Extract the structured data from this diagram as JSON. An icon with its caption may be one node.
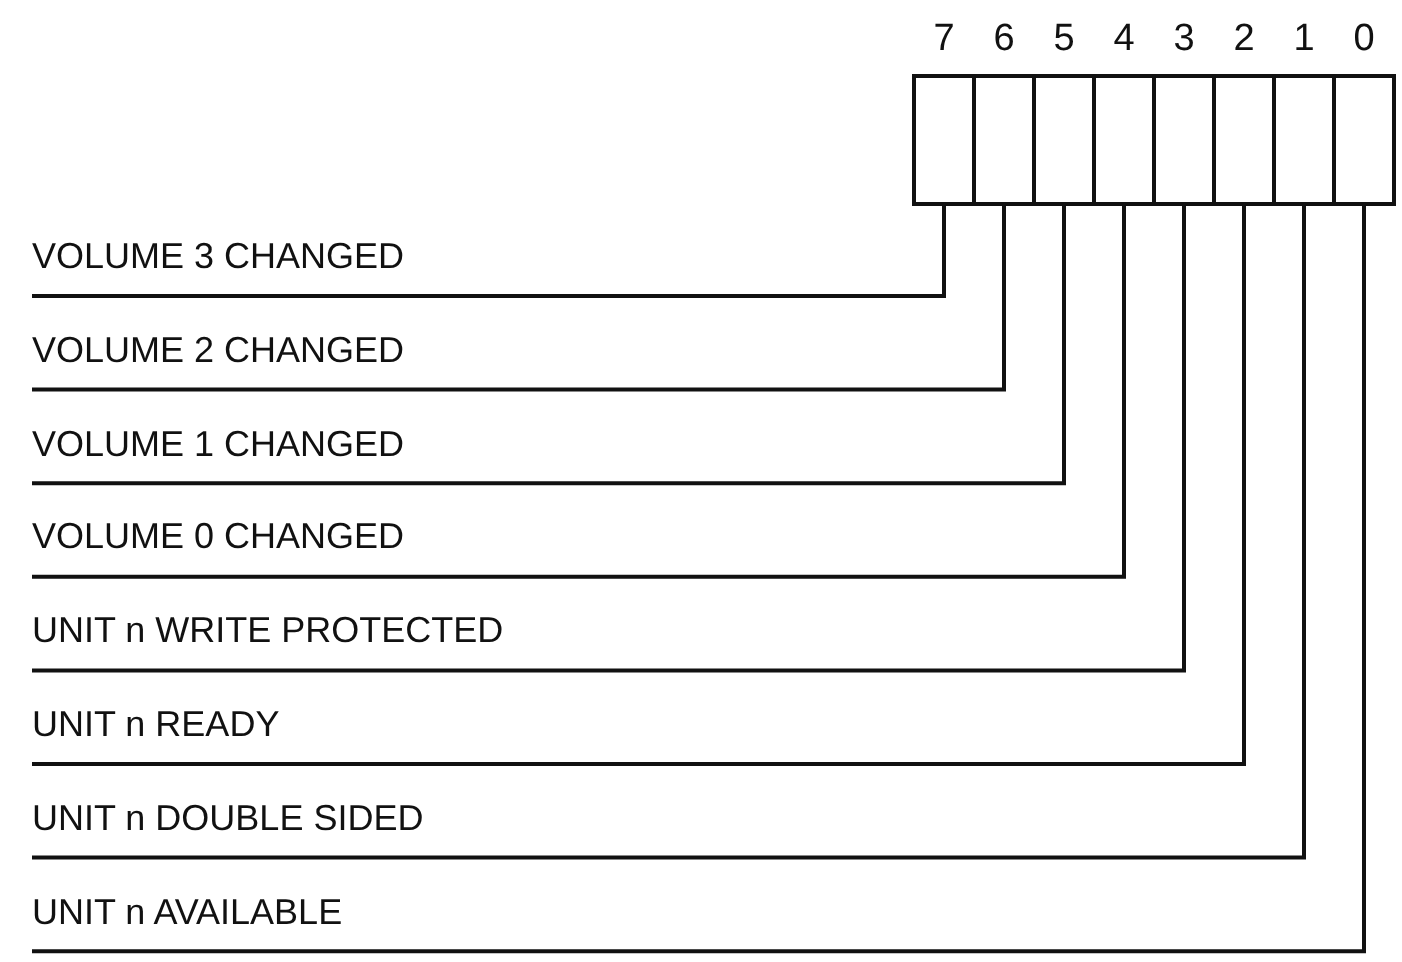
{
  "diagram": {
    "nodes": [
      {
        "text": [
          "7"
        ]
      },
      {
        "text": [
          "6"
        ]
      },
      {
        "text": [
          "5"
        ]
      },
      {
        "text": [
          "4"
        ]
      },
      {
        "text": [
          "3"
        ]
      },
      {
        "text": [
          "2"
        ]
      },
      {
        "text": [
          "1"
        ]
      },
      {
        "text": [
          "0"
        ]
      },
      {
        "text": [
          "VOLUME 3 CHANGED"
        ]
      },
      {
        "text": [
          "VOLUME 2 CHANGED"
        ]
      },
      {
        "text": [
          "VOLUME 1 CHANGED"
        ]
      },
      {
        "text": [
          "VOLUME 0 CHANGED"
        ]
      },
      {
        "text": [
          "UNIT n WRITE PROTECTED"
        ]
      },
      {
        "text": [
          "UNIT n READY"
        ]
      },
      {
        "text": [
          "UNIT n DOUBLE SIDED"
        ]
      },
      {
        "text": [
          "UNIT n AVAILABLE"
        ]
      }
    ],
    "edges": [
      {
        "from": 8,
        "to": 0,
        "arrow": "none"
      },
      {
        "from": 9,
        "to": 1,
        "arrow": "none"
      },
      {
        "from": 10,
        "to": 2,
        "arrow": "none"
      },
      {
        "from": 11,
        "to": 3,
        "arrow": "none"
      },
      {
        "from": 12,
        "to": 4,
        "arrow": "none"
      },
      {
        "from": 13,
        "to": 5,
        "arrow": "none"
      },
      {
        "from": 14,
        "to": 6,
        "arrow": "none"
      },
      {
        "from": 15,
        "to": 7,
        "arrow": "none"
      }
    ]
  }
}
